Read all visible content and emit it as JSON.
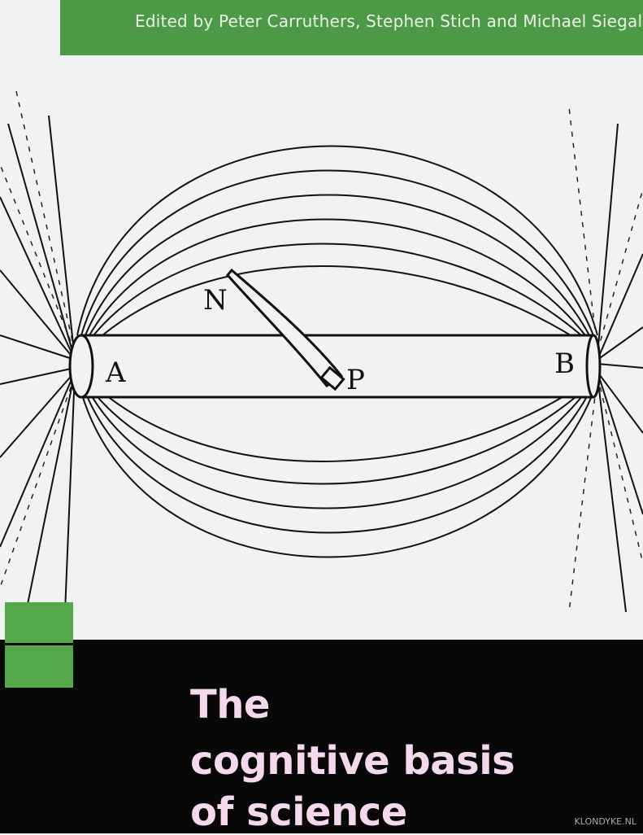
{
  "cover": {
    "editors": "Edited by Peter Carruthers, Stephen Stich and Michael Siegal",
    "title_lines": [
      "The",
      "cognitive basis",
      "of science"
    ],
    "diagram_labels": {
      "a": "A",
      "b": "B",
      "n": "N",
      "p": "P"
    },
    "watermark": "KLONDYKE.NL",
    "colors": {
      "green": "#4c9a45",
      "title_pink": "#f3d8ee",
      "band_black": "#080808"
    }
  }
}
